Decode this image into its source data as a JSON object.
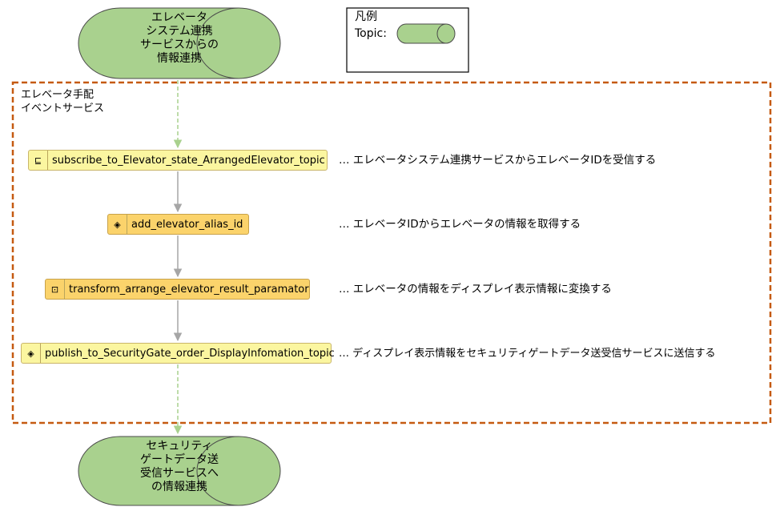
{
  "legend": {
    "title": "凡例",
    "topic_label": "Topic:"
  },
  "source_topic": {
    "text": "エレベータ\nシステム連携\nサービスからの\n情報連携"
  },
  "target_topic": {
    "text": "セキュリティ\nゲートデータ送\n受信サービスへ\nの情報連携"
  },
  "service": {
    "label": "エレベータ手配\nイベントサービス"
  },
  "steps": [
    {
      "label": "subscribe_to_Elevator_state_ArrangedElevator_topic",
      "icon": "subscribe-icon",
      "icon_glyph": "⊑",
      "description": "… エレベータシステム連携サービスからエレベータIDを受信する"
    },
    {
      "label": "add_elevator_alias_id",
      "icon": "decision-diamond-icon",
      "icon_glyph": "◈",
      "description": "… エレベータIDからエレベータの情報を取得する"
    },
    {
      "label": "transform_arrange_elevator_result_paramator",
      "icon": "transform-icon",
      "icon_glyph": "⊡",
      "description": "… エレベータの情報をディスプレイ表示情報に変換する"
    },
    {
      "label": "publish_to_SecurityGate_order_DisplayInfomation_topic",
      "icon": "publish-diamond-icon",
      "icon_glyph": "◈",
      "description": "… ディスプレイ表示情報をセキュリティゲートデータ送受信サービスに送信する"
    }
  ],
  "colors": {
    "topic_fill": "#a9d18e",
    "topic_stroke": "#4a4a4a",
    "boundary": "#c55a11",
    "step_light": "#fbf6a0",
    "step_dark": "#fbd36b",
    "arrow_gray": "#a6a6a6",
    "arrow_green": "#a9d18e"
  }
}
